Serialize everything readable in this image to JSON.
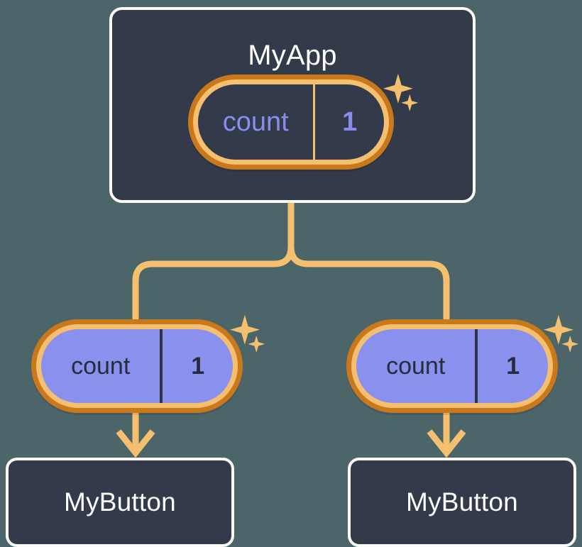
{
  "diagram": {
    "type": "component-state-tree",
    "background_color": "#4c6569",
    "accent_color": "#f5bf70",
    "ring_outer_color": "#c9781c",
    "card_color": "#333b4b",
    "card_border_color": "#fdfbf5",
    "state_value_color": "#8a90ee"
  },
  "app_card": {
    "title": "MyApp",
    "state": {
      "key": "count",
      "value": "1"
    },
    "sparkle_icon": "sparkles-icon"
  },
  "branches": [
    {
      "state": {
        "key": "count",
        "value": "1"
      },
      "sparkle_icon": "sparkles-icon",
      "child": {
        "title": "MyButton"
      },
      "arrow_icon": "arrow-down-icon"
    },
    {
      "state": {
        "key": "count",
        "value": "1"
      },
      "sparkle_icon": "sparkles-icon",
      "child": {
        "title": "MyButton"
      },
      "arrow_icon": "arrow-down-icon"
    }
  ]
}
